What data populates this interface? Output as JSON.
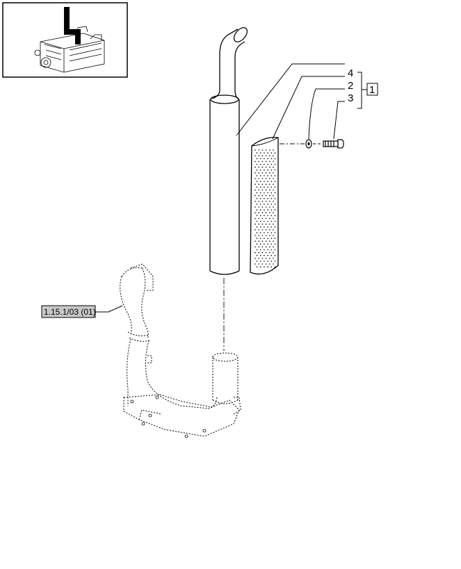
{
  "callouts": {
    "item_4": "4",
    "item_2": "2",
    "item_3": "3",
    "group_1": "1"
  },
  "reference": {
    "label": "1.15.1/03 (01)",
    "fill_color": "#c8c8c8"
  },
  "colors": {
    "line": "#000000",
    "background": "#ffffff"
  }
}
